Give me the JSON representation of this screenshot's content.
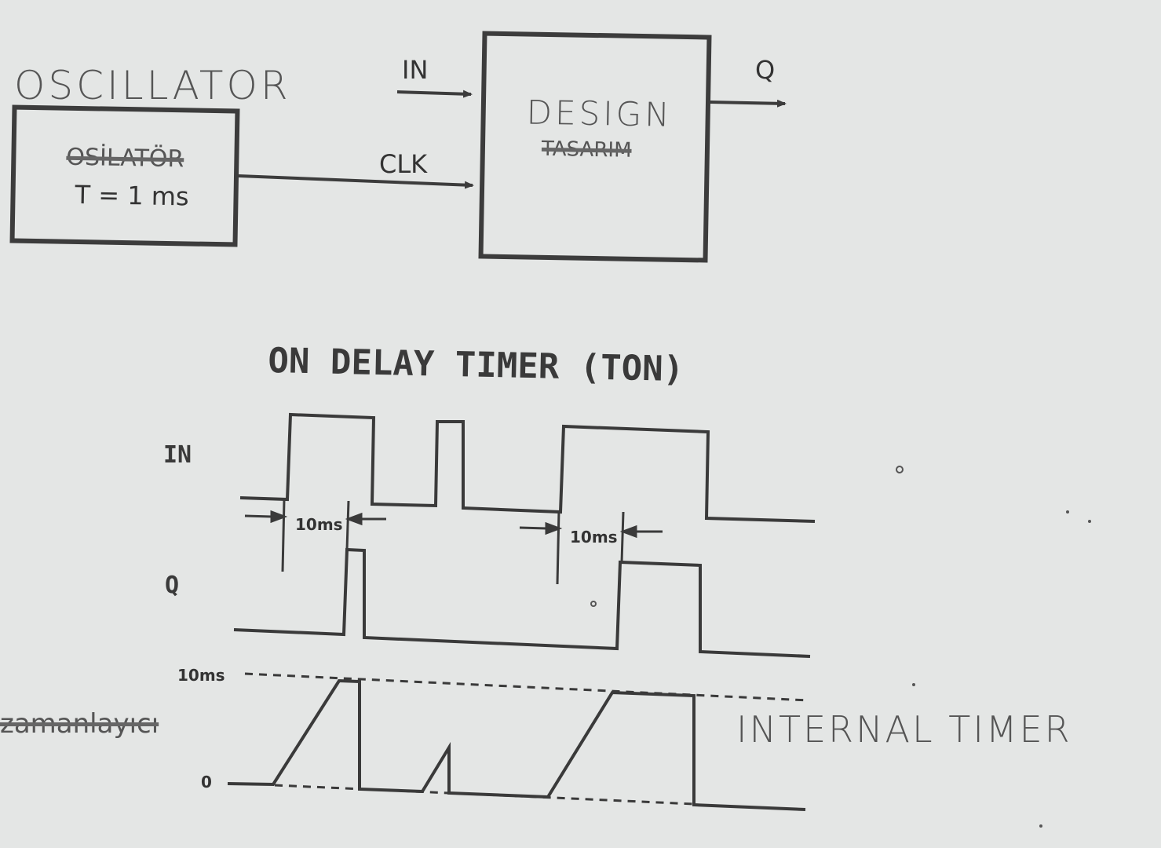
{
  "block_diagram": {
    "oscillator_handwritten": "OSCILLATOR",
    "oscillator_box_struck": "OSİLATÖR",
    "oscillator_period": "T = 1 ms",
    "in_label": "IN",
    "clk_label": "CLK",
    "q_label": "Q",
    "design_handwritten": "DESIGN",
    "design_struck": "TASARIM"
  },
  "timing": {
    "title": "ON DELAY TIMER (TON)",
    "in_label": "IN",
    "q_label": "Q",
    "delay_label_1": "10ms",
    "delay_label_2": "10ms",
    "timer_max_label": "10ms",
    "timer_zero_label": "0",
    "timer_struck_label": "zamanlayıcı",
    "timer_handwritten_label": "INTERNAL TIMER"
  }
}
